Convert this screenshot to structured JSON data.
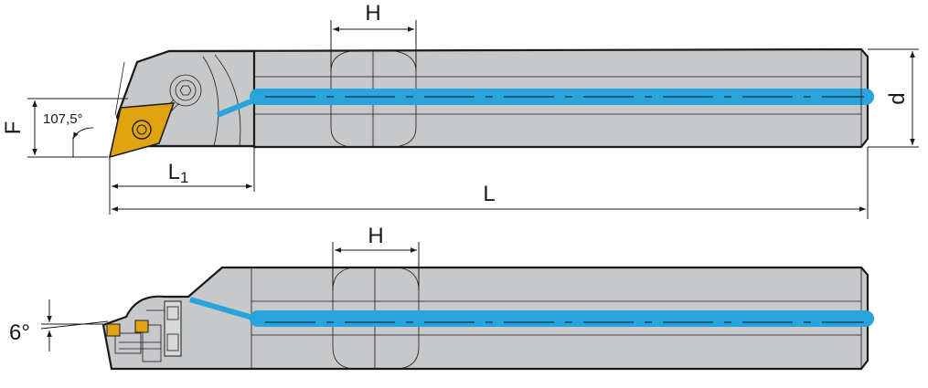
{
  "labels": {
    "top_width": "H",
    "top_diameter": "d",
    "top_offset": "F",
    "top_angle": "107,5°",
    "top_length_head": "L1",
    "top_length_total": "L",
    "bottom_width": "H",
    "bottom_angle": "6°"
  },
  "colors": {
    "body": "#c7c8ca",
    "coolant": "#29a3dc",
    "insert": "#e0a410",
    "outline": "#1a1a1a",
    "background": "#ffffff"
  },
  "icons": [
    "hex-screw-icon",
    "insert-icon",
    "dimension-arrow-icon"
  ]
}
